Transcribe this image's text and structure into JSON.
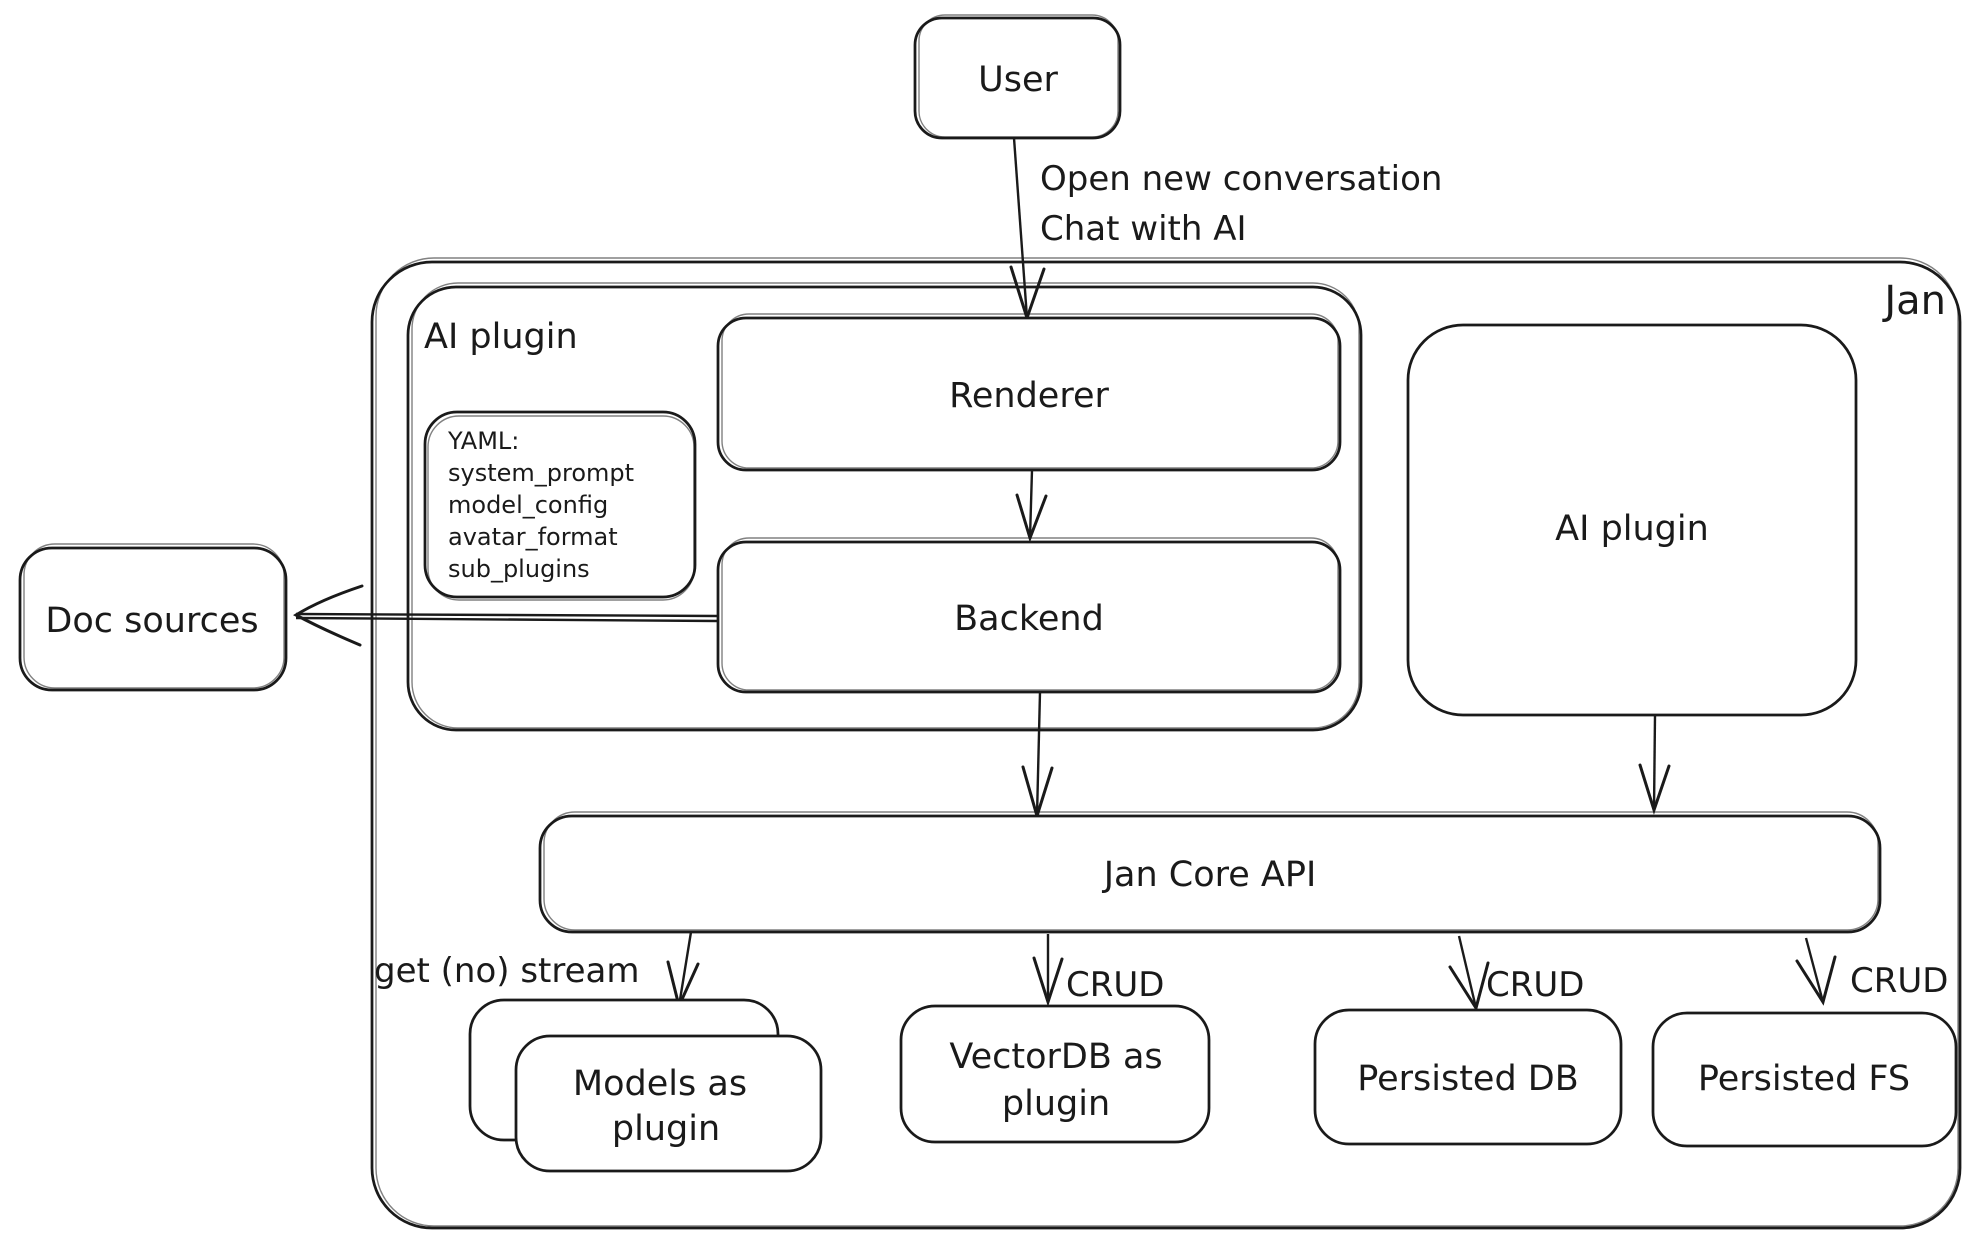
{
  "canvas": {
    "background": "#ffffff",
    "stroke_color": "#1a1a1a"
  },
  "diagram": {
    "container_label": "Jan",
    "nodes": {
      "user": {
        "label": "User"
      },
      "ai_plugin_group": {
        "label": "AI plugin"
      },
      "renderer": {
        "label": "Renderer"
      },
      "backend": {
        "label": "Backend"
      },
      "yaml_note": {
        "lines": [
          "YAML:",
          "system_prompt",
          "model_config",
          "avatar_format",
          "sub_plugins"
        ]
      },
      "doc_sources": {
        "label": "Doc sources"
      },
      "ai_plugin_right": {
        "label": "AI plugin"
      },
      "jan_core_api": {
        "label": "Jan Core API"
      },
      "models_plugin": {
        "lines": [
          "Models as",
          "plugin"
        ]
      },
      "vectordb_plugin": {
        "lines": [
          "VectorDB as",
          "plugin"
        ]
      },
      "persisted_db": {
        "label": "Persisted DB"
      },
      "persisted_fs": {
        "label": "Persisted FS"
      }
    },
    "edges": {
      "user_to_renderer": {
        "lines": [
          "Open new conversation",
          "Chat with AI"
        ]
      },
      "api_to_models": {
        "label": "get (no) stream"
      },
      "api_to_vectordb": {
        "label": "CRUD"
      },
      "api_to_persisted_db": {
        "label": "CRUD"
      },
      "api_to_persisted_fs": {
        "label": "CRUD"
      }
    }
  }
}
